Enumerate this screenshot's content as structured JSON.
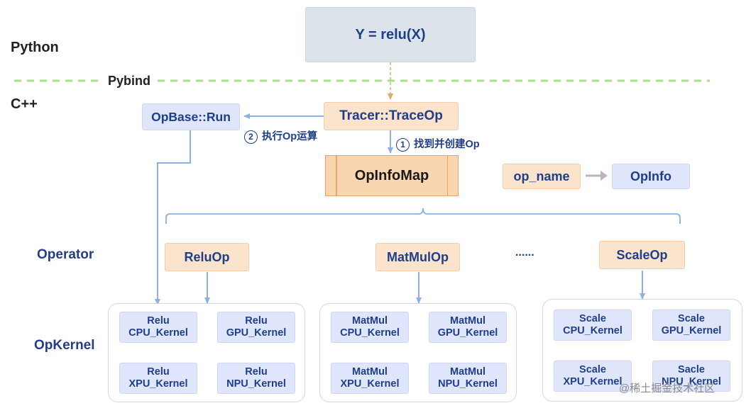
{
  "layers": {
    "python": "Python",
    "pybind": "Pybind",
    "cpp": "C++",
    "operator": "Operator",
    "opkernel": "OpKernel"
  },
  "python_call": "Y = relu(X)",
  "tracer": "Tracer::TraceOp",
  "opbase_run": "OpBase::Run",
  "opinfomap": "OpInfoMap",
  "step1": {
    "num": "1",
    "text": "找到并创建Op"
  },
  "step2": {
    "num": "2",
    "text": "执行Op运算"
  },
  "legend": {
    "key": "op_name",
    "value": "OpInfo"
  },
  "ops": {
    "relu": "ReluOp",
    "matmul": "MatMulOp",
    "ellipsis": "......",
    "scale": "ScaleOp"
  },
  "kernels": {
    "relu": [
      "Relu\nCPU_Kernel",
      "Relu\nGPU_Kernel",
      "Relu\nXPU_Kernel",
      "Relu\nNPU_Kernel"
    ],
    "matmul": [
      "MatMul\nCPU_Kernel",
      "MatMul\nGPU_Kernel",
      "MatMul\nXPU_Kernel",
      "MatMul\nNPU_Kernel"
    ],
    "scale": [
      "Scale\nCPU_Kernel",
      "Scale\nGPU_Kernel",
      "Scale\nXPU_Kernel",
      "Sacle\nNPU_Kernel"
    ]
  },
  "watermark": "@稀土掘金技术社区",
  "colors": {
    "blue_box": "#dfe6fb",
    "peach_box": "#fbe3cc",
    "arrow_blue": "#8db0e0",
    "arrow_orange": "#e9a66a",
    "dash_green": "#a6e08a",
    "text_navy": "#1f3e8a"
  }
}
